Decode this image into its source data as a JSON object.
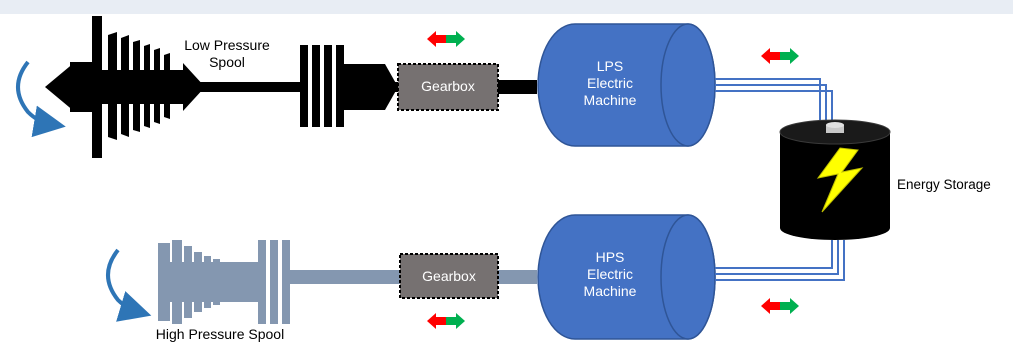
{
  "diagram": {
    "lp_spool_label": [
      "Low Pressure",
      "Spool"
    ],
    "hp_spool_label": "High Pressure Spool",
    "gearbox_top_label": "Gearbox",
    "gearbox_bottom_label": "Gearbox",
    "lps_machine_label": [
      "LPS",
      "Electric",
      "Machine"
    ],
    "hps_machine_label": [
      "HPS",
      "Electric",
      "Machine"
    ],
    "energy_storage_label": "Energy Storage"
  },
  "colors": {
    "background": "#e8edf4",
    "panel": "#ffffff",
    "lp_spool": "#000000",
    "hp_spool": "#8497b0",
    "gearbox": "#767171",
    "machine": "#4472c4",
    "battery": "#000000",
    "lightning": "#ffff00",
    "arrow_red": "#ff0000",
    "arrow_green": "#00b050",
    "rotation_arrow": "#2e75b6"
  },
  "icons": [
    "rotation-arrow-icon",
    "bidirectional-arrow-icon",
    "lightning-bolt-icon"
  ]
}
